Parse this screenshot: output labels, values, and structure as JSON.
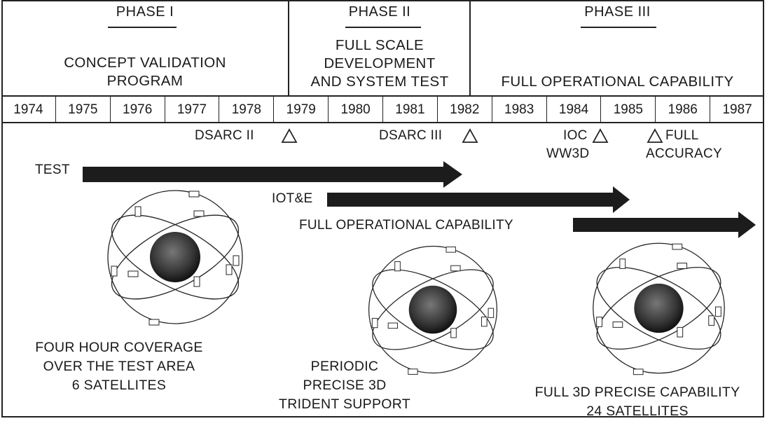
{
  "phases": [
    {
      "title": "PHASE I",
      "description": [
        "CONCEPT VALIDATION",
        "PROGRAM"
      ]
    },
    {
      "title": "PHASE II",
      "description": [
        "FULL SCALE",
        "DEVELOPMENT",
        "AND SYSTEM TEST"
      ]
    },
    {
      "title": "PHASE III",
      "description": [
        "FULL OPERATIONAL CAPABILITY"
      ]
    }
  ],
  "years": [
    "1974",
    "1975",
    "1976",
    "1977",
    "1978",
    "1979",
    "1980",
    "1981",
    "1982",
    "1983",
    "1984",
    "1985",
    "1986",
    "1987"
  ],
  "milestones": [
    {
      "label": "DSARC II",
      "icon": "triangle-marker-icon"
    },
    {
      "label": "DSARC III",
      "icon": "triangle-marker-icon"
    },
    {
      "label": "IOC",
      "sublabel": "WW3D",
      "icon": "triangle-marker-icon"
    },
    {
      "label": "FULL",
      "sublabel": "ACCURACY",
      "icon": "triangle-marker-icon"
    }
  ],
  "arrows": [
    {
      "label": "TEST"
    },
    {
      "label": "IOT&E"
    },
    {
      "label": "FULL OPERATIONAL CAPABILITY"
    }
  ],
  "captions": [
    {
      "lines": [
        "FOUR HOUR COVERAGE",
        "OVER THE TEST AREA",
        "6 SATELLITES"
      ]
    },
    {
      "lines": [
        "PERIODIC",
        "PRECISE 3D",
        "TRIDENT SUPPORT"
      ]
    },
    {
      "lines": [
        "FULL 3D PRECISE CAPABILITY",
        "24 SATELLITES"
      ]
    }
  ],
  "colors": {
    "ink": "#1a1a1a",
    "paper": "#ffffff",
    "arrow": "#1c1c1c"
  }
}
